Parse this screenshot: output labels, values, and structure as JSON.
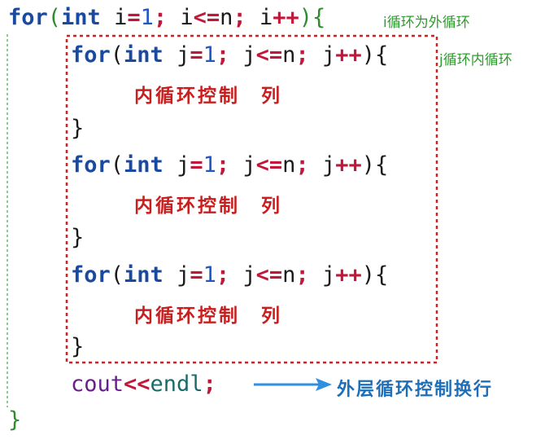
{
  "outer_loop": {
    "kw_for": "for",
    "paren_open": "(",
    "kw_int": "int",
    "var_init": " i",
    "assign": "=",
    "init_val": "1",
    "semi1": ";",
    "var_cond": " i",
    "cmp": "<=",
    "limit": "n",
    "semi2": ";",
    "var_inc": " i",
    "inc": "++",
    "paren_close": ")",
    "brace_open": "{",
    "brace_close": "}",
    "note": "i循环为外循环"
  },
  "inner_loops": [
    {
      "kw_for": "for",
      "paren_open": "(",
      "kw_int": "int",
      "var_init": " j",
      "assign": "=",
      "init_val": "1",
      "semi1": ";",
      "var_cond": " j",
      "cmp": "<=",
      "limit": "n",
      "semi2": ";",
      "var_inc": " j",
      "inc": "++",
      "paren_close": "){",
      "brace_close": "}",
      "body_note": "内循环控制　列",
      "note": "j循环内循环"
    },
    {
      "kw_for": "for",
      "paren_open": "(",
      "kw_int": "int",
      "var_init": " j",
      "assign": "=",
      "init_val": "1",
      "semi1": ";",
      "var_cond": " j",
      "cmp": "<=",
      "limit": "n",
      "semi2": ";",
      "var_inc": " j",
      "inc": "++",
      "paren_close": "){",
      "brace_close": "}",
      "body_note": "内循环控制　列"
    },
    {
      "kw_for": "for",
      "paren_open": "(",
      "kw_int": "int",
      "var_init": " j",
      "assign": "=",
      "init_val": "1",
      "semi1": ";",
      "var_cond": " j",
      "cmp": "<=",
      "limit": "n",
      "semi2": ";",
      "var_inc": " j",
      "inc": "++",
      "paren_close": "){",
      "brace_close": "}",
      "body_note": "内循环控制　列"
    }
  ],
  "output_line": {
    "cout": "cout",
    "op": "<<",
    "endl": "endl",
    "semi": ";",
    "note": "外层循环控制换行"
  },
  "colors": {
    "keyword": "#1a4aa0",
    "operator": "#c0183a",
    "dashed_box": "#d42020",
    "outer_guide": "#2e8b2e",
    "arrow": "#2f8fe0"
  }
}
